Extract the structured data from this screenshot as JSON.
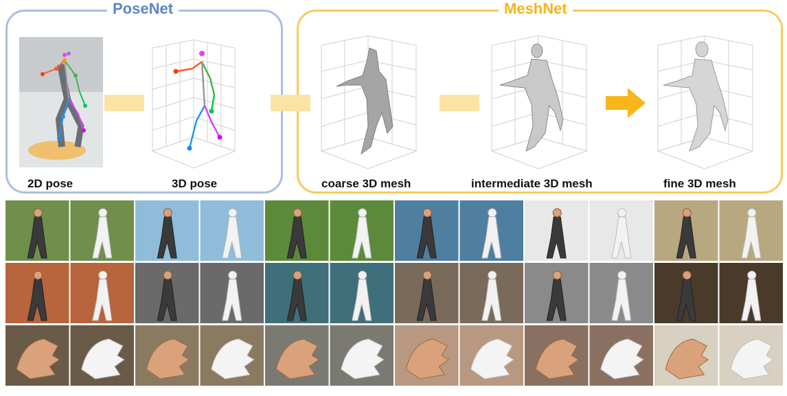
{
  "posenet": {
    "title": "PoseNet",
    "color": "#5b85c8",
    "border": "#a9bfe0"
  },
  "meshnet": {
    "title": "MeshNet",
    "color": "#f5b41c",
    "border": "#f8ca5a"
  },
  "stages": [
    {
      "label": "2D pose"
    },
    {
      "label": "3D pose"
    },
    {
      "label": "coarse 3D mesh"
    },
    {
      "label": "intermediate 3D mesh"
    },
    {
      "label": "fine 3D mesh"
    }
  ],
  "colors": {
    "connector": "#fbe3a4",
    "arrow": "#f8b51c",
    "mesh": "#cfcfcf",
    "skin": "#d9a27a"
  },
  "examples": {
    "rows": [
      {
        "kind": "body",
        "pairs": 6
      },
      {
        "kind": "body",
        "pairs": 6
      },
      {
        "kind": "hand",
        "pairs": 6
      }
    ]
  }
}
